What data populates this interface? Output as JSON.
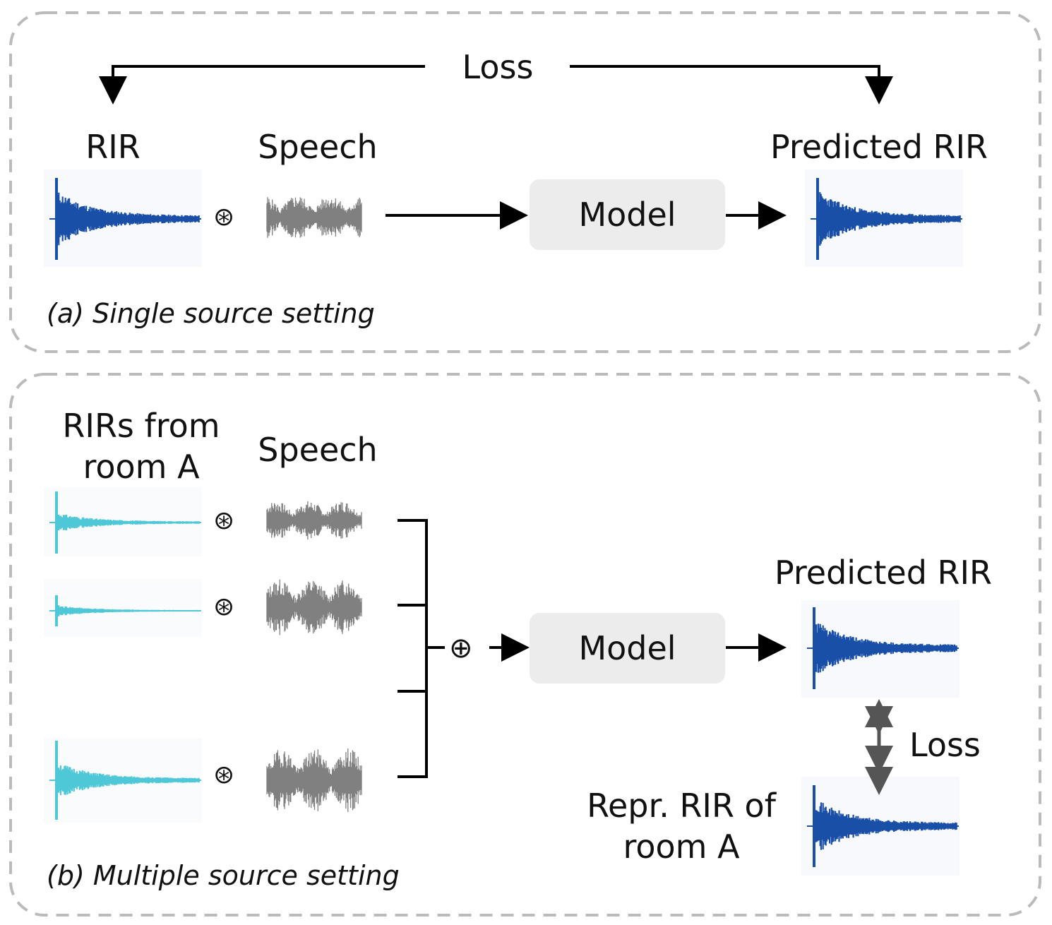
{
  "panel_a": {
    "loss_label": "Loss",
    "rir_label": "RIR",
    "speech_label": "Speech",
    "predicted_label": "Predicted RIR",
    "model_label": "Model",
    "conv_symbol": "⊛",
    "caption": "(a) Single source setting"
  },
  "panel_b": {
    "rirs_label_line1": "RIRs from",
    "rirs_label_line2": "room A",
    "speech_label": "Speech",
    "predicted_label": "Predicted RIR",
    "model_label": "Model",
    "loss_label": "Loss",
    "repr_label_line1": "Repr. RIR of",
    "repr_label_line2": "room A",
    "conv_symbol": "⊛",
    "sum_symbol": "⊕",
    "caption": "(b) Multiple source setting"
  },
  "colors": {
    "rir_blue": "#1a4fa8",
    "rir_cyan": "#4ec8d6",
    "speech_gray": "#808080",
    "model_box": "#ececec",
    "dashed_border": "#bbbbbb",
    "loss_arrow_gray": "#555555"
  }
}
